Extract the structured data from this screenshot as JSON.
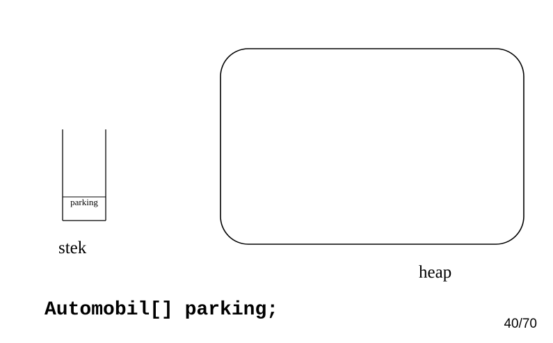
{
  "stack": {
    "label": "stek",
    "slot_label": "parking"
  },
  "heap": {
    "label": "heap"
  },
  "code": {
    "declaration": "Automobil[] parking;"
  },
  "footer": {
    "page_number": "40/70"
  },
  "colors": {
    "stroke": "#000000",
    "background": "#ffffff"
  }
}
